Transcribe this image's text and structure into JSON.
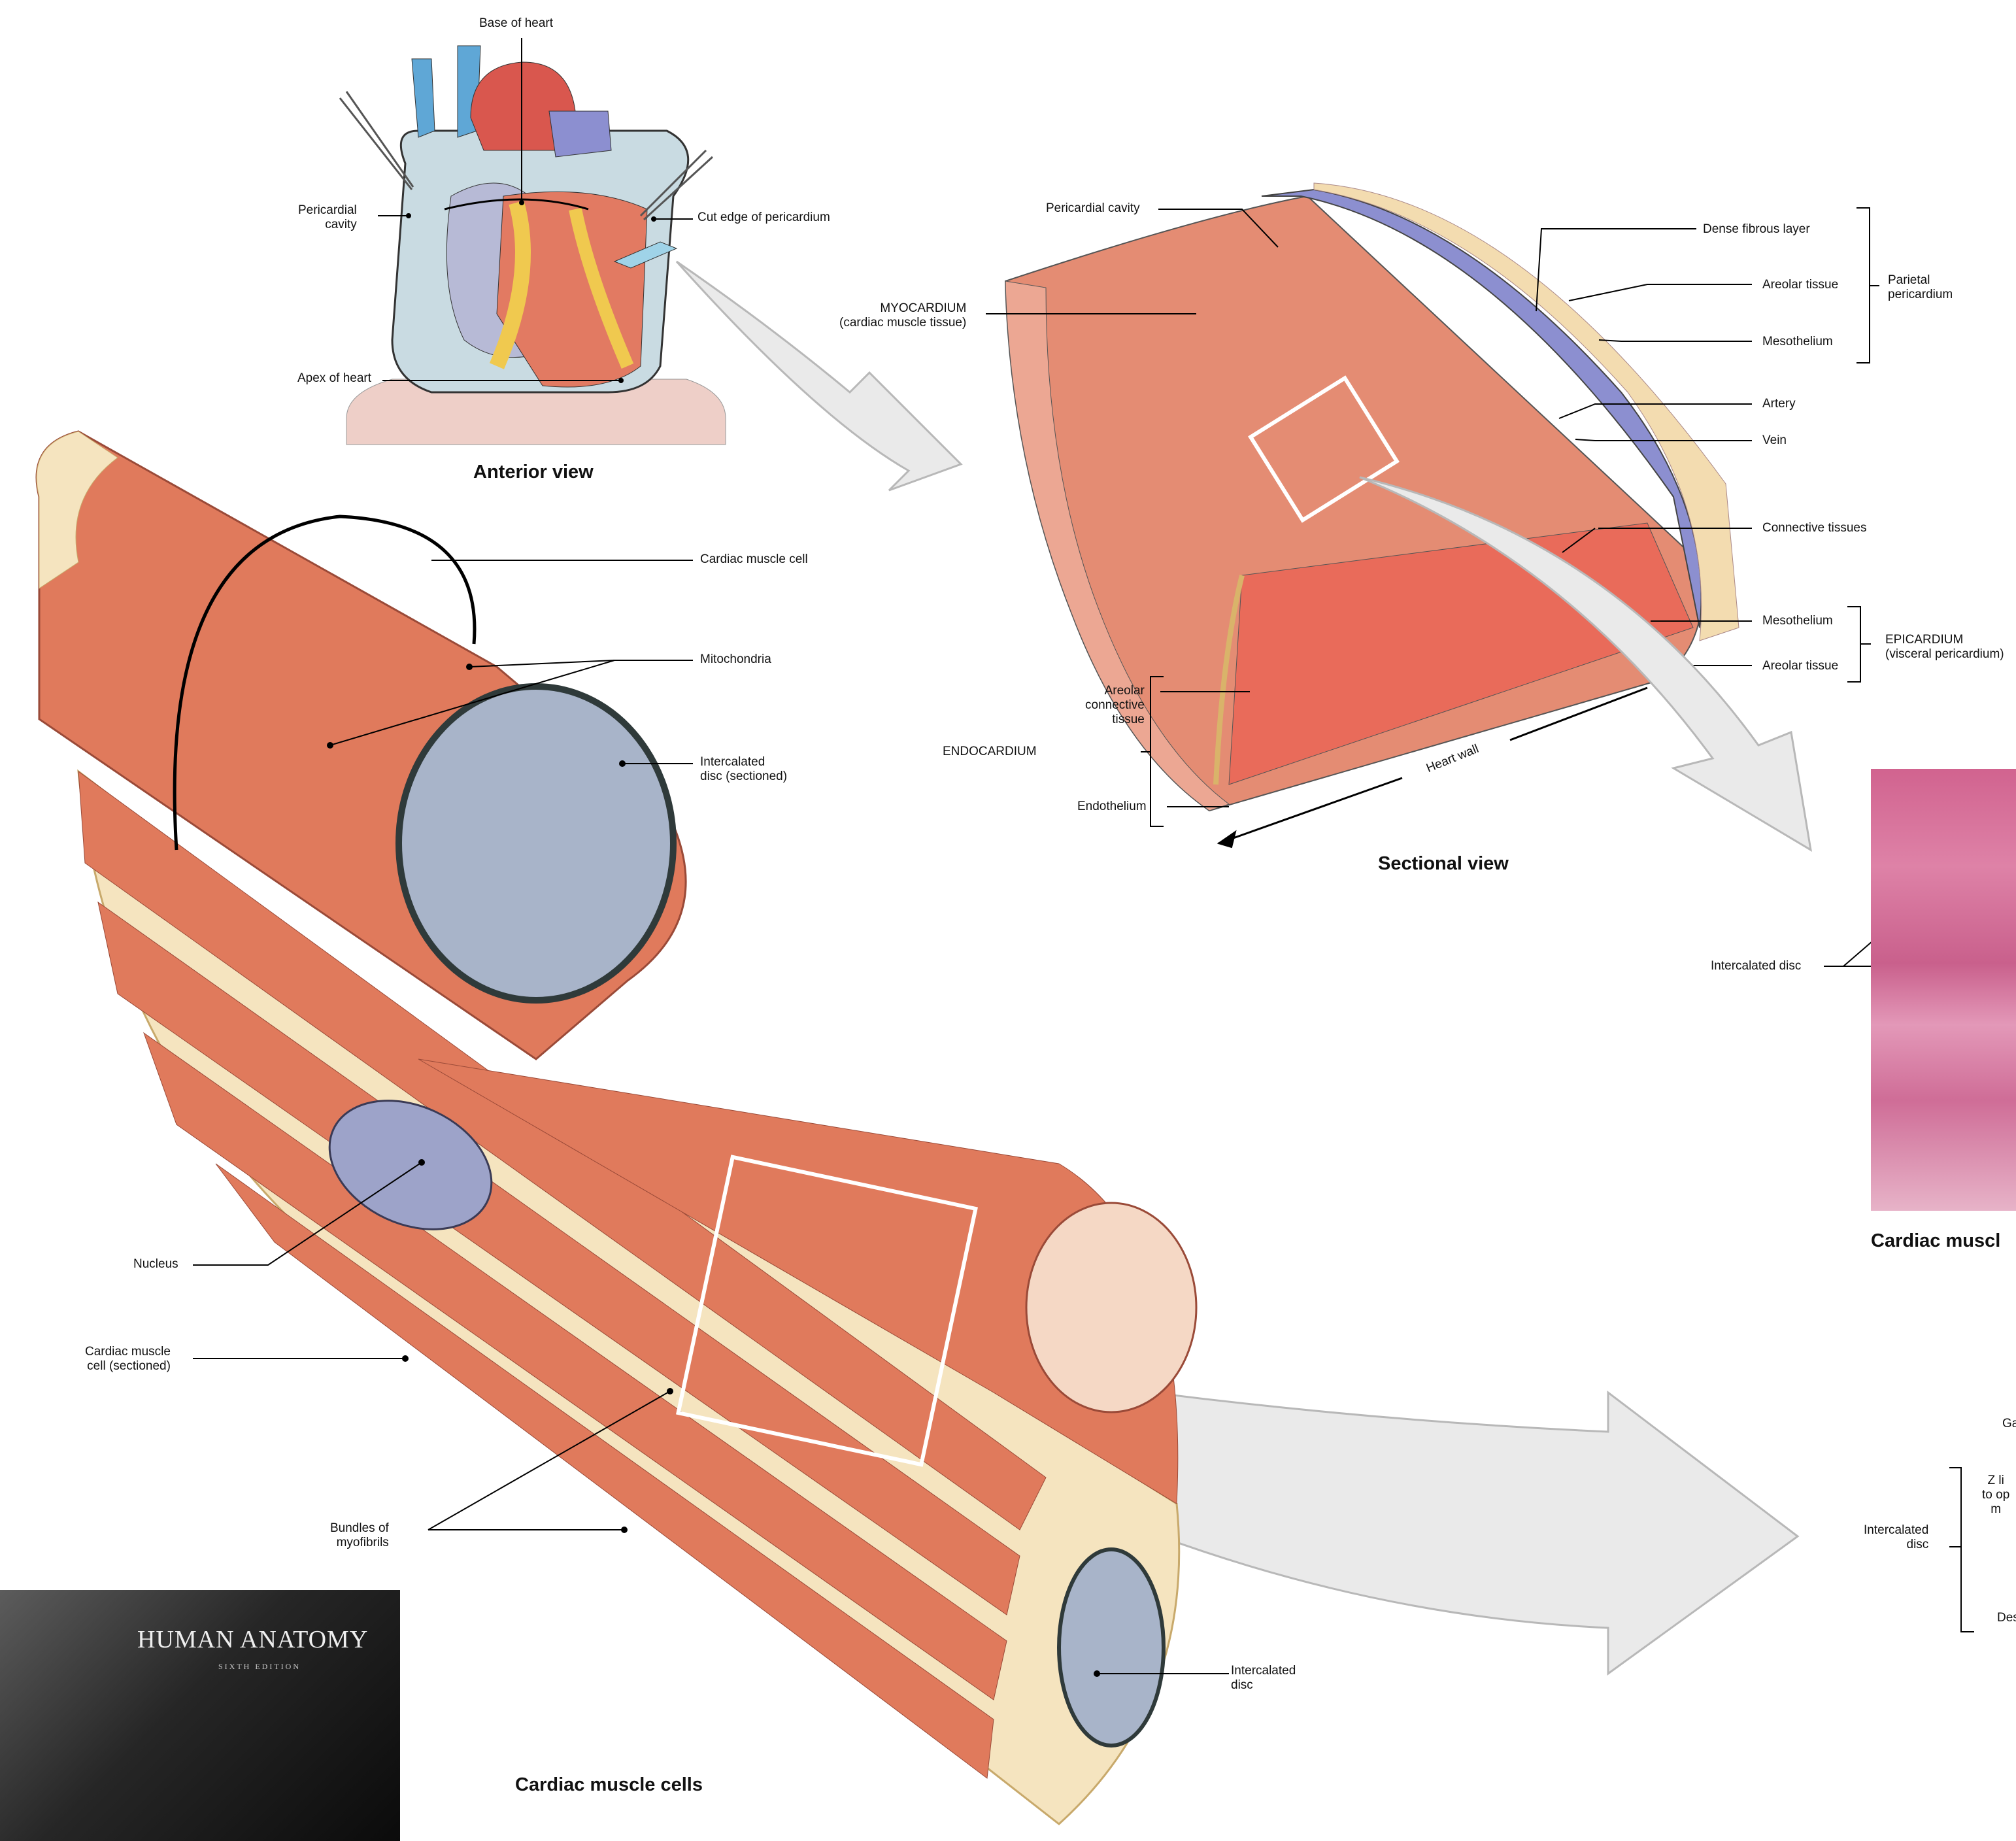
{
  "colors": {
    "muscle": "#e07a5c",
    "muscle_dark": "#c85a43",
    "myofibril_band": "#8a7fc2",
    "nucleus": "#9da3c9",
    "disc": "#a8b4c9",
    "disc_border": "#2f3a3a",
    "mesothelium": "#8c8fd0",
    "fibrous": "#f3dcb0",
    "arrow_fill": "#eaeaea",
    "arrow_stroke": "#b8b8b8",
    "histology": "#d46f98"
  },
  "heart": {
    "base_label": "Base of heart",
    "pericardial_cavity_label": "Pericardial\ncavity",
    "cut_edge_label": "Cut edge of pericardium",
    "apex_label": "Apex of heart",
    "view_title": "Anterior view"
  },
  "section": {
    "pericardial_cavity_label": "Pericardial cavity",
    "myocardium_label": "MYOCARDIUM\n(cardiac muscle tissue)",
    "dense_fibrous_label": "Dense fibrous layer",
    "areolar_parietal_label": "Areolar tissue",
    "mesothelium_parietal_label": "Mesothelium",
    "parietal_group_label": "Parietal\npericardium",
    "artery_label": "Artery",
    "vein_label": "Vein",
    "connective_label": "Connective tissues",
    "mesothelium_epi_label": "Mesothelium",
    "areolar_epi_label": "Areolar tissue",
    "epicardium_label": "EPICARDIUM\n(visceral pericardium)",
    "areolar_connective_label": "Areolar\nconnective\ntissue",
    "endocardium_label": "ENDOCARDIUM",
    "endothelium_label": "Endothelium",
    "heart_wall_label": "Heart wall",
    "view_title": "Sectional view"
  },
  "cells": {
    "cardiac_cell_label": "Cardiac muscle cell",
    "mitochondria_label": "Mitochondria",
    "intercalated_sectioned_label": "Intercalated\ndisc (sectioned)",
    "nucleus_label": "Nucleus",
    "cell_sectioned_label": "Cardiac muscle\ncell (sectioned)",
    "bundles_label": "Bundles of\nmyofibrils",
    "intercalated_disc_label": "Intercalated\ndisc",
    "title": "Cardiac muscle cells"
  },
  "micrograph": {
    "intercalated_disc_label": "Intercalated disc",
    "caption": "Cardiac muscl"
  },
  "junction": {
    "gap_label": "Ga",
    "z_line_label": "Z li\nto op\nm",
    "intercalated_label": "Intercalated\ndisc",
    "des_label": "Des"
  },
  "book": {
    "title": "HUMAN ANATOMY",
    "edition": "SIXTH EDITION"
  }
}
